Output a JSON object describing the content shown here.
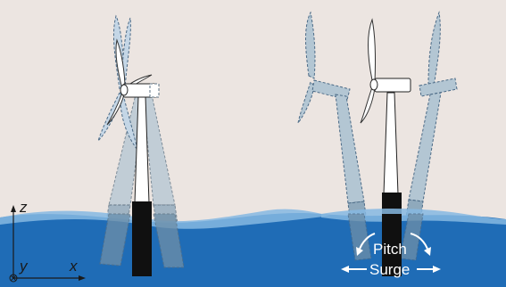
{
  "axes": {
    "z_label": "z",
    "x_label": "x",
    "y_label": "y"
  },
  "motions": {
    "pitch_label": "Pitch",
    "surge_label": "Surge"
  },
  "colors": {
    "background": "#ece5e1",
    "sea_deep": "#1f6cb6",
    "sea_light": "#86b8e2",
    "ghost": "#a3bccd",
    "spar": "#101010"
  }
}
